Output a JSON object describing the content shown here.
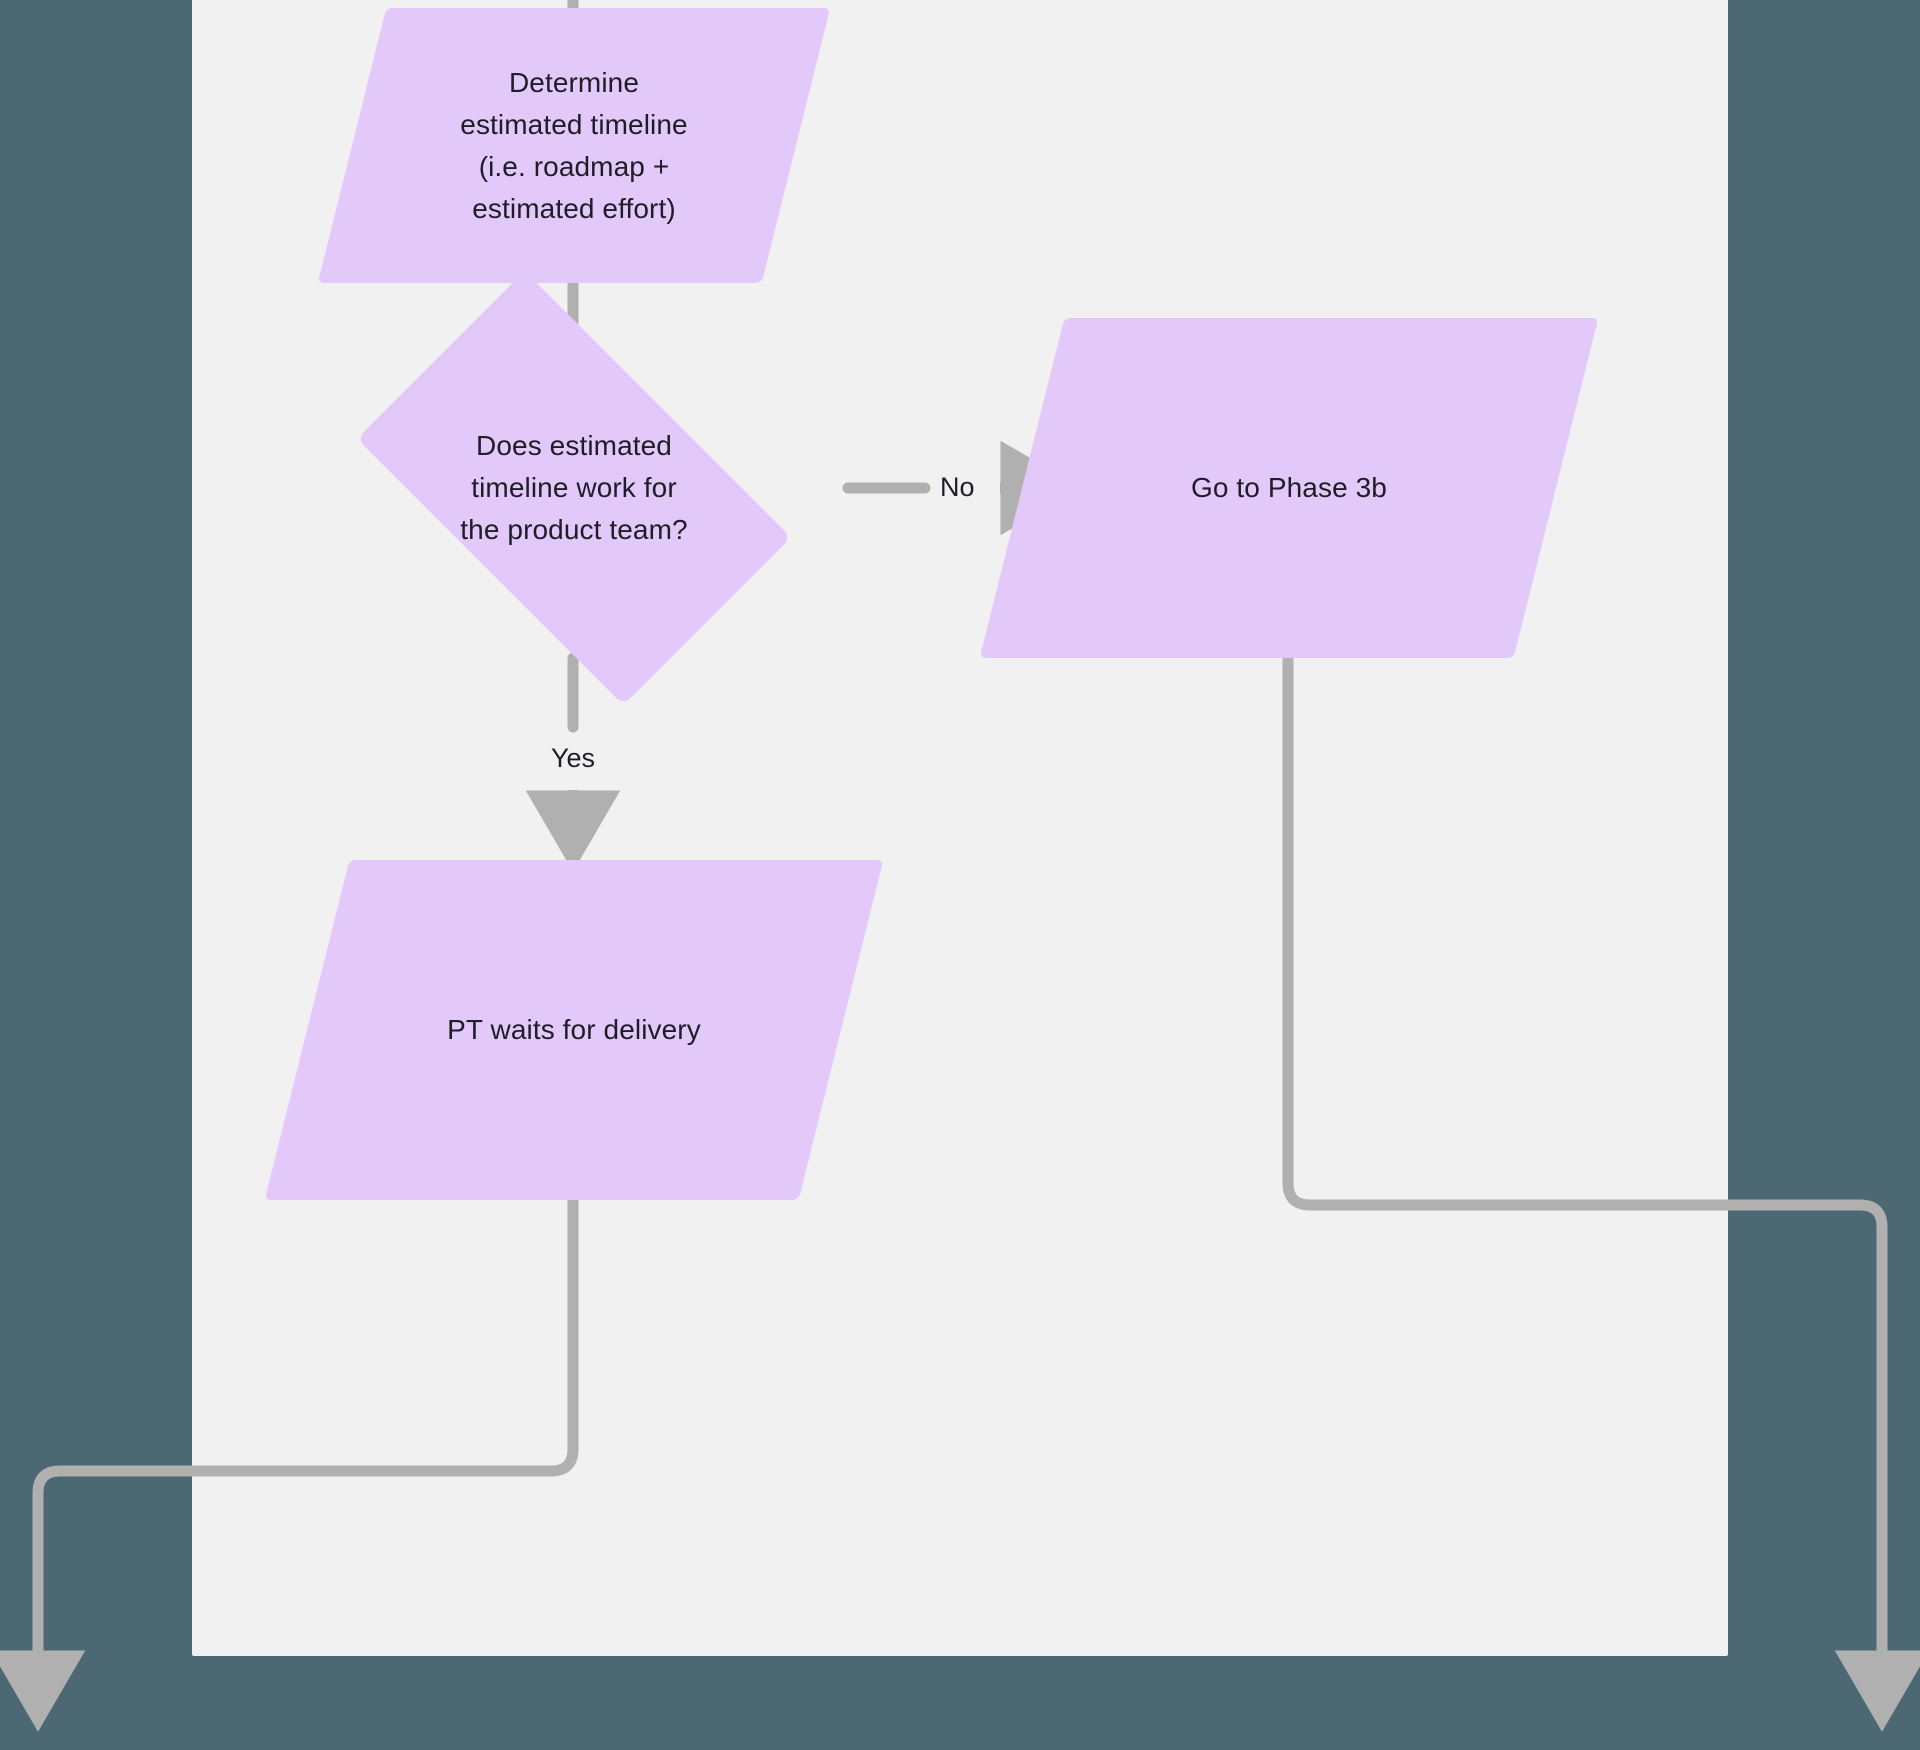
{
  "diagram": {
    "type": "flowchart",
    "title": "",
    "background_color": "#4c6873",
    "panel_color": "#f1f1f1",
    "node_fill_color": "#e3c9fa",
    "connector_color": "#b0b0b0",
    "text_color": "#1f1d26",
    "nodes": [
      {
        "id": "determine-timeline",
        "shape": "parallelogram",
        "label": "Determine\nestimated timeline\n(i.e. roadmap +\nestimated effort)"
      },
      {
        "id": "decision-timeline",
        "shape": "diamond",
        "label": "Does estimated\ntimeline work for\nthe product team?"
      },
      {
        "id": "go-phase-3b",
        "shape": "parallelogram",
        "label": "Go to Phase 3b"
      },
      {
        "id": "pt-waits",
        "shape": "parallelogram",
        "label": "PT waits for delivery"
      }
    ],
    "edges": [
      {
        "id": "incoming-to-determine",
        "from": "offscreen-above",
        "to": "determine-timeline",
        "label": ""
      },
      {
        "id": "determine-to-decision",
        "from": "determine-timeline",
        "to": "decision-timeline",
        "label": ""
      },
      {
        "id": "decision-to-phase3b",
        "from": "decision-timeline",
        "to": "go-phase-3b",
        "label": "No"
      },
      {
        "id": "decision-to-pt-waits",
        "from": "decision-timeline",
        "to": "pt-waits",
        "label": "Yes"
      },
      {
        "id": "phase3b-to-offscreen-right",
        "from": "go-phase-3b",
        "to": "offscreen-below-right",
        "label": ""
      },
      {
        "id": "pt-waits-to-offscreen-left",
        "from": "pt-waits",
        "to": "offscreen-below-left",
        "label": ""
      }
    ]
  }
}
